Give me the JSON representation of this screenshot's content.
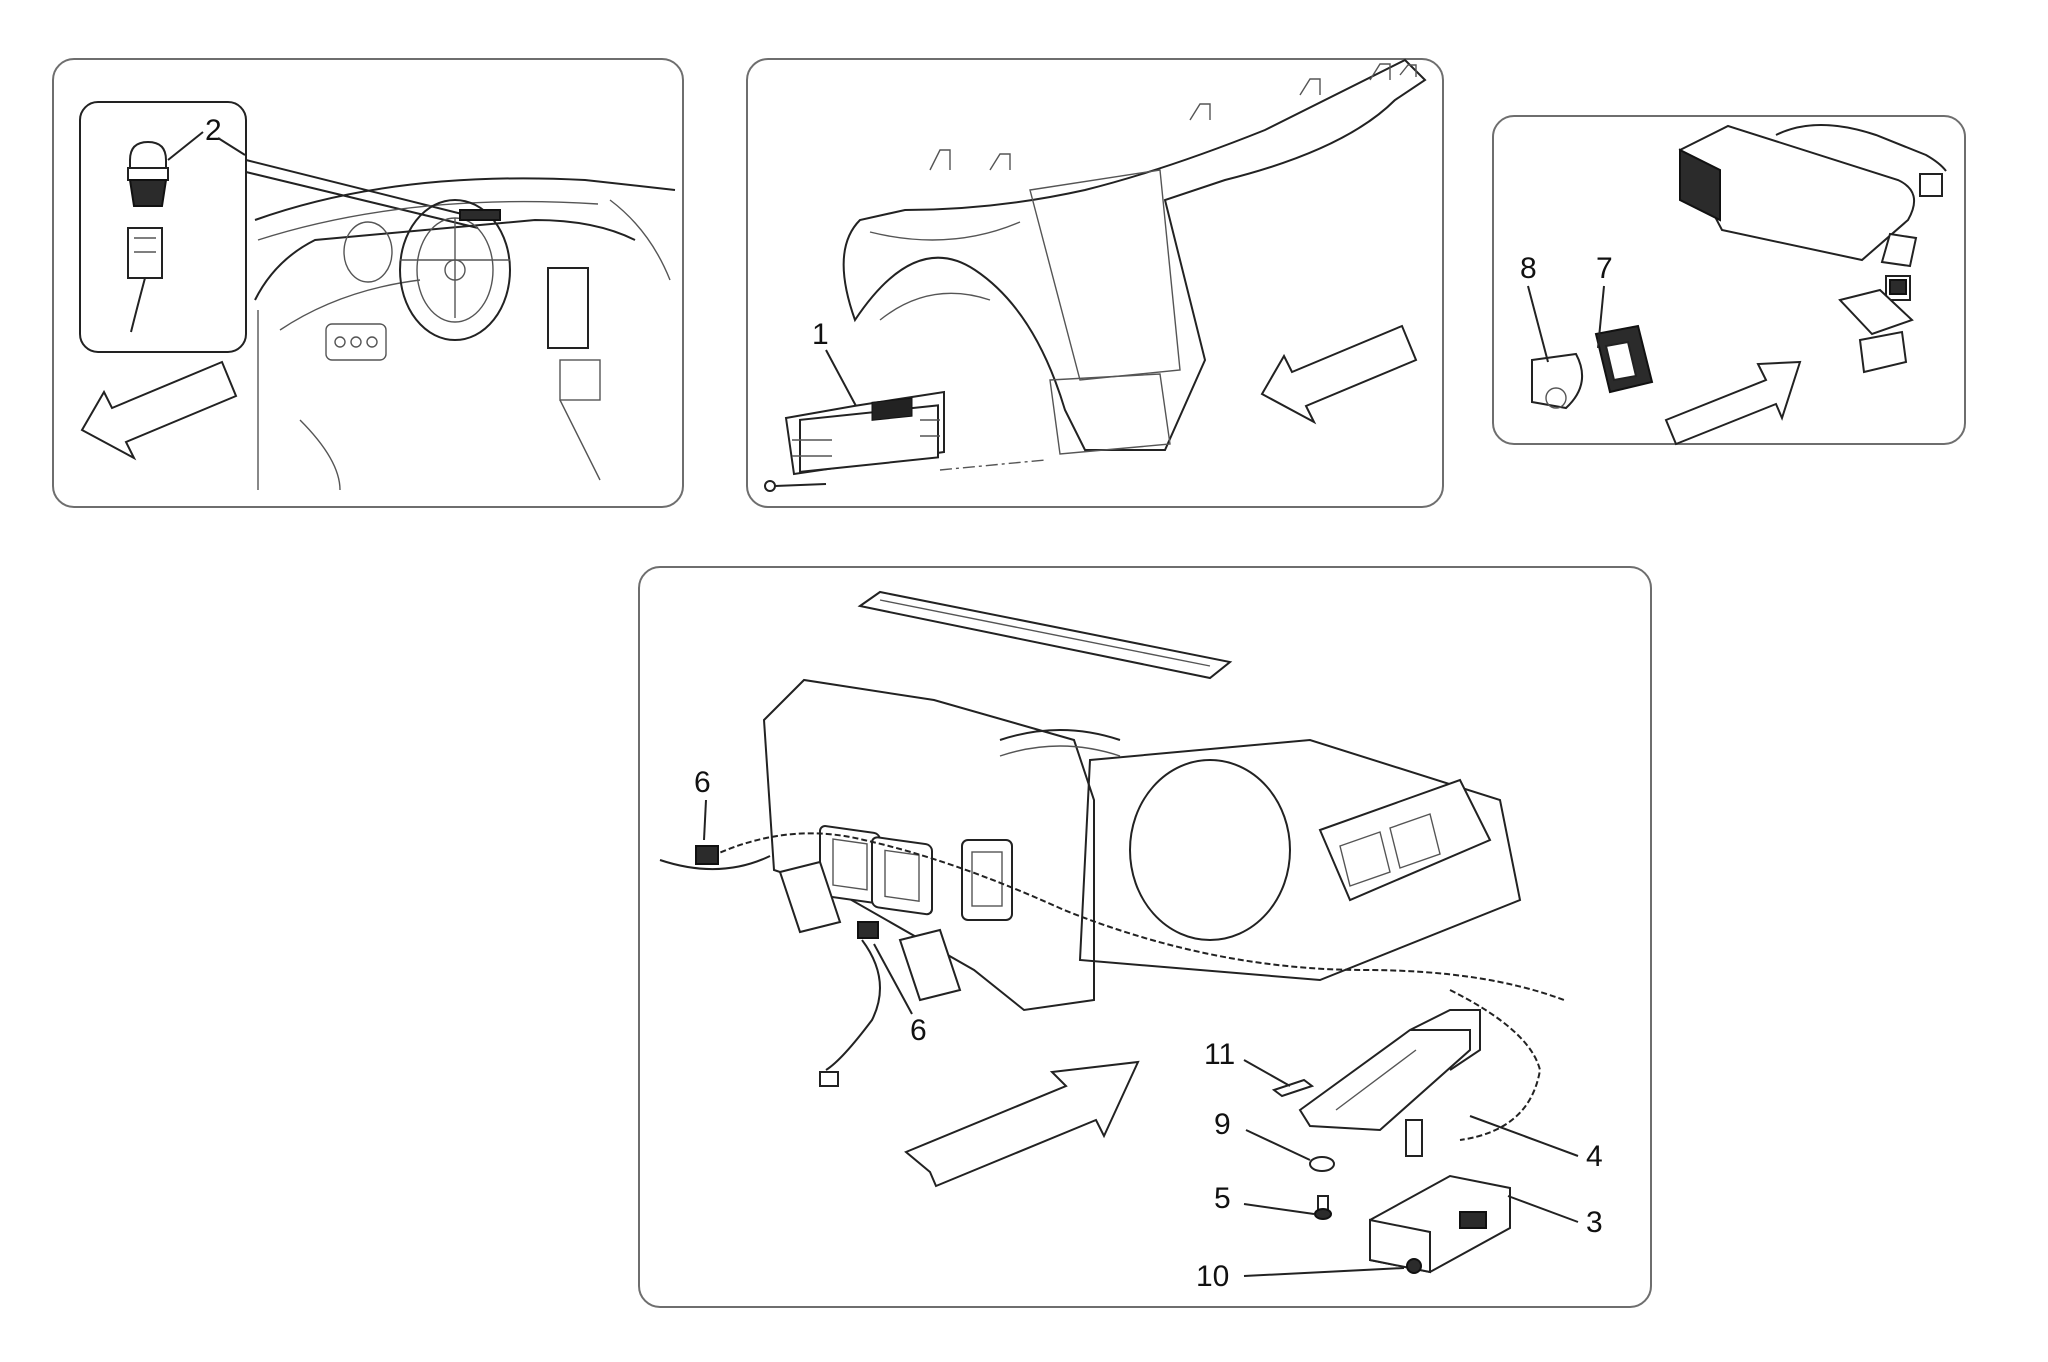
{
  "diagram": {
    "panels": [
      {
        "id": "panel-top-left",
        "callouts": [
          "2"
        ]
      },
      {
        "id": "panel-top-middle",
        "callouts": [
          "1"
        ]
      },
      {
        "id": "panel-top-right",
        "callouts": [
          "8",
          "7"
        ]
      },
      {
        "id": "panel-bottom",
        "callouts": [
          "6",
          "6",
          "11",
          "9",
          "5",
          "10",
          "4",
          "3"
        ]
      }
    ],
    "labels": {
      "p1": "1",
      "p2": "2",
      "p3": "3",
      "p4": "4",
      "p5": "5",
      "p6a": "6",
      "p6b": "6",
      "p7": "7",
      "p8": "8",
      "p9": "9",
      "p10": "10",
      "p11": "11"
    }
  }
}
